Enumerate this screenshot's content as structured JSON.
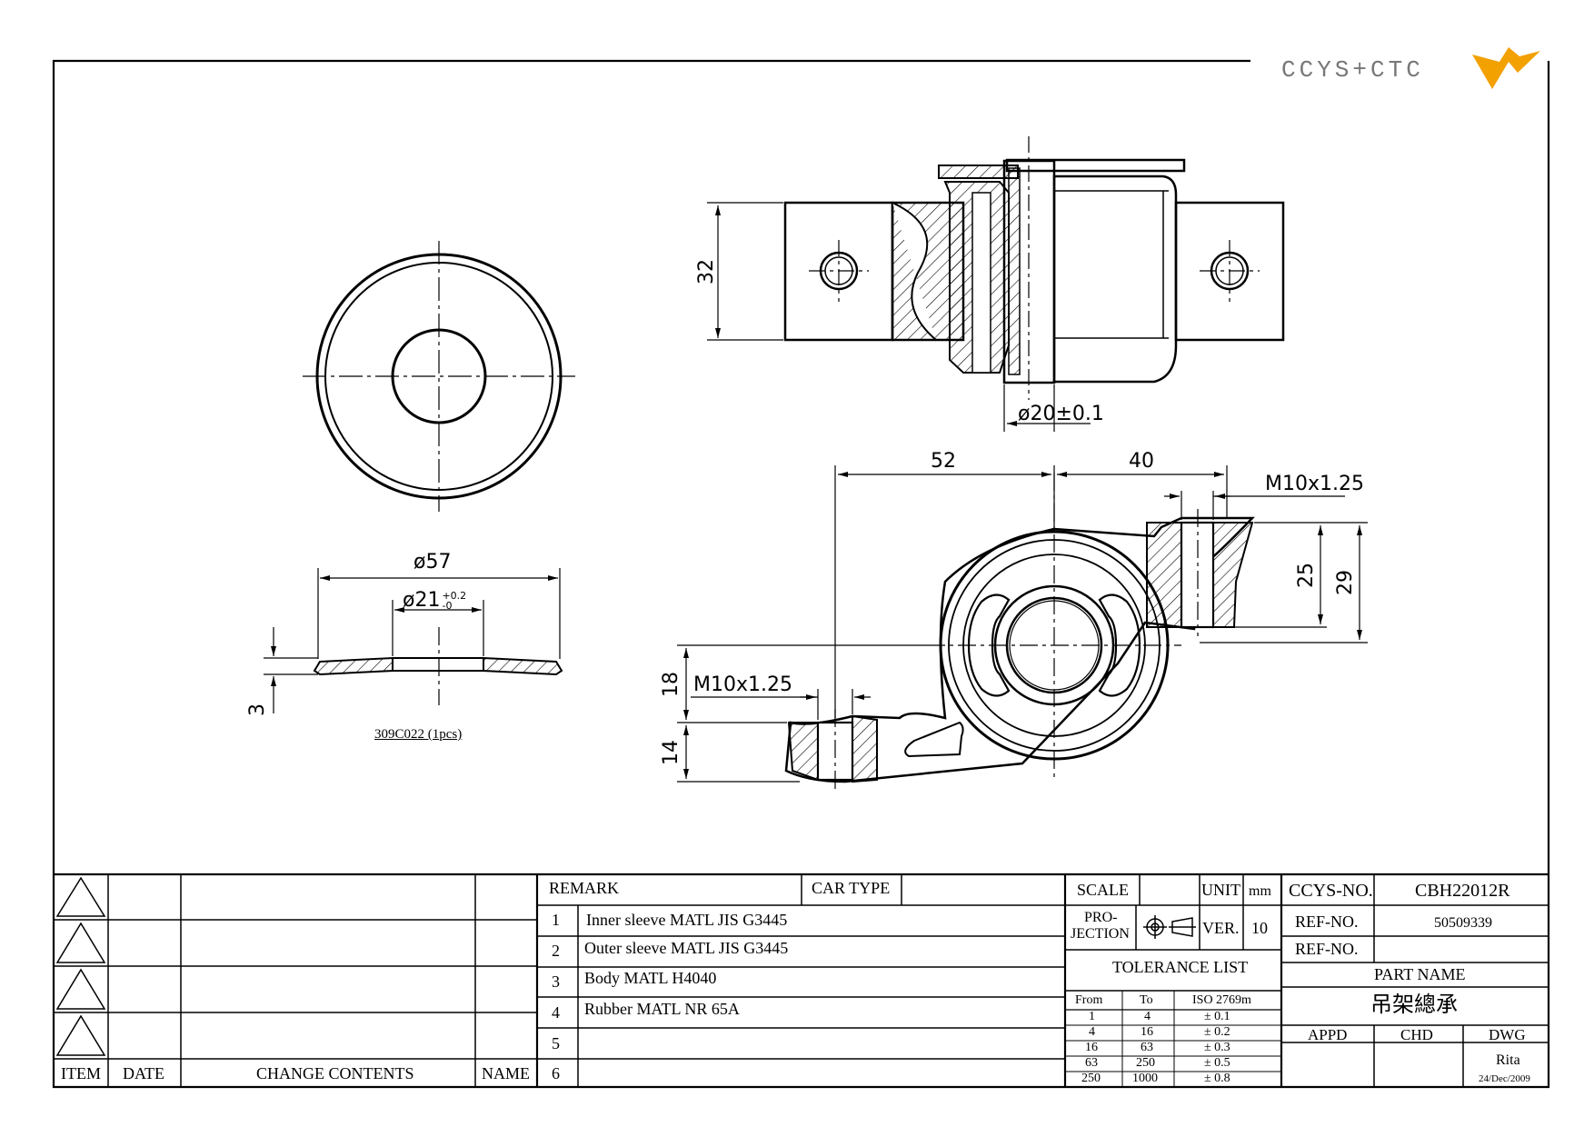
{
  "logo": {
    "text": "CCYS+CTC",
    "accent": "#f2a100",
    "color": "#777777"
  },
  "dimensions": {
    "washer_od": "ø57",
    "washer_id_base": "ø21",
    "washer_id_tol_plus": "+0.2",
    "washer_id_tol_minus": "-0",
    "washer_thickness": "3",
    "height_32": "32",
    "sleeve_dia": "ø20±0.1",
    "dim_52": "52",
    "dim_40": "40",
    "thread_top": "M10x1.25",
    "thread_left": "M10x1.25",
    "dim_25": "25",
    "dim_29": "29",
    "dim_18": "18",
    "dim_14": "14"
  },
  "part_label": "309C022 (1pcs)",
  "revisions": {
    "headers": {
      "item": "ITEM",
      "date": "DATE",
      "change": "CHANGE CONTENTS",
      "name": "NAME"
    }
  },
  "remarks": {
    "header": "REMARK",
    "car_type_label": "CAR TYPE",
    "rows": [
      {
        "no": "1",
        "text": "Inner sleeve MATL JIS G3445"
      },
      {
        "no": "2",
        "text": "Outer sleeve MATL JIS G3445"
      },
      {
        "no": "3",
        "text": "Body MATL H4040"
      },
      {
        "no": "4",
        "text": "Rubber MATL NR 65A"
      },
      {
        "no": "5",
        "text": ""
      },
      {
        "no": "6",
        "text": ""
      }
    ]
  },
  "title_block": {
    "scale_label": "SCALE",
    "unit_label": "UNIT",
    "unit_value": "mm",
    "projection_line1": "PRO-",
    "projection_line2": "JECTION",
    "ver_label": "VER.",
    "ver_value": "10",
    "tolerance_title": "TOLERANCE LIST",
    "tol_headers": {
      "from": "From",
      "to": "To",
      "iso": "ISO 2769m"
    },
    "tolerances": [
      {
        "from": "1",
        "to": "4",
        "tol": "± 0.1"
      },
      {
        "from": "4",
        "to": "16",
        "tol": "± 0.2"
      },
      {
        "from": "16",
        "to": "63",
        "tol": "± 0.3"
      },
      {
        "from": "63",
        "to": "250",
        "tol": "± 0.5"
      },
      {
        "from": "250",
        "to": "1000",
        "tol": "± 0.8"
      }
    ],
    "ccys_no_label": "CCYS-NO.",
    "ccys_no_value": "CBH22012R",
    "ref_no_label": "REF-NO.",
    "ref_no_value": "50509339",
    "ref_no2_label": "REF-NO.",
    "part_name_label": "PART NAME",
    "part_name_value": "吊架總承",
    "appd_label": "APPD",
    "chd_label": "CHD",
    "dwg_label": "DWG",
    "drawn_by": "Rita",
    "date": "24/Dec/2009"
  }
}
